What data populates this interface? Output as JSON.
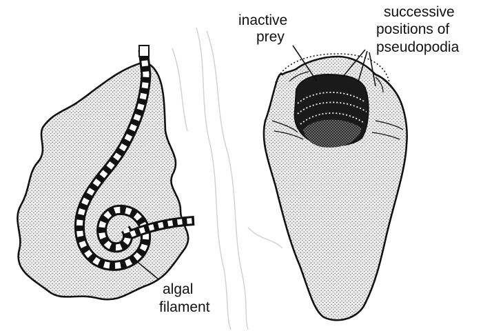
{
  "labels": {
    "inactive_prey_line1": "inactive",
    "inactive_prey_line2": "prey",
    "pseudopodia_line1": "successive",
    "pseudopodia_line2": "positions of",
    "pseudopodia_line3": "pseudopodia",
    "algal_line1": "algal",
    "algal_line2": "filament"
  },
  "colors": {
    "outline": "#111111",
    "stipple": "#8a8a8a",
    "body_fill": "#e6e6e6",
    "prey_fill": "#1a1a1a",
    "faint_background": "#cfcfcf"
  }
}
